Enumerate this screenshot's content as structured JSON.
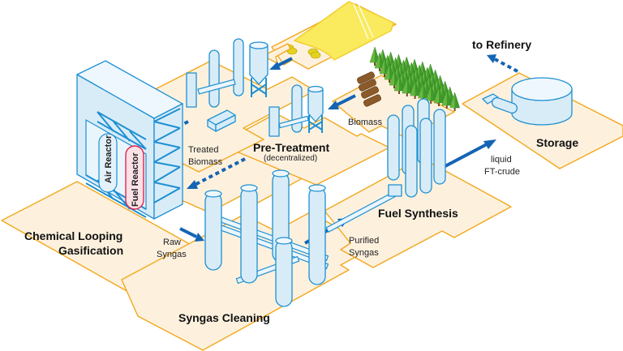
{
  "diagram": {
    "title": "Biomass-to-Liquid process chain via Chemical Looping Gasification",
    "colors": {
      "pad_fill": "#fdf1de",
      "pad_outline": "#f2a81d",
      "equipment_outline": "#1e90d2",
      "equipment_fill": "#d8ecf8",
      "flow_arrow": "#1464b4",
      "fuel_reactor": "#e0254f",
      "field": "#f9ea5e",
      "forest": "#3f9b2c"
    },
    "stages": {
      "gasification": {
        "title_line1": "Chemical Looping",
        "title_line2": "Gasification",
        "air_reactor": "Air Reactor",
        "fuel_reactor": "Fuel Reactor"
      },
      "pretreatment": {
        "title": "Pre-Treatment",
        "subtitle": "(decentralized)"
      },
      "syngas_cleaning": {
        "title": "Syngas Cleaning"
      },
      "fuel_synthesis": {
        "title": "Fuel Synthesis"
      },
      "storage": {
        "title": "Storage"
      }
    },
    "flows": {
      "biomass": "Biomass",
      "treated_biomass_line1": "Treated",
      "treated_biomass_line2": "Biomass",
      "raw_syngas_line1": "Raw",
      "raw_syngas_line2": "Syngas",
      "purified_syngas_line1": "Purified",
      "purified_syngas_line2": "Syngas",
      "ft_crude_line1": "liquid",
      "ft_crude_line2": "FT-crude",
      "to_refinery": "to Refinery"
    },
    "icons": [
      "straw-field-icon",
      "forest-icon",
      "log-pile-icon",
      "truck-icon",
      "tanker-truck-icon",
      "silo-icon",
      "column-icon",
      "storage-tank-icon"
    ]
  }
}
